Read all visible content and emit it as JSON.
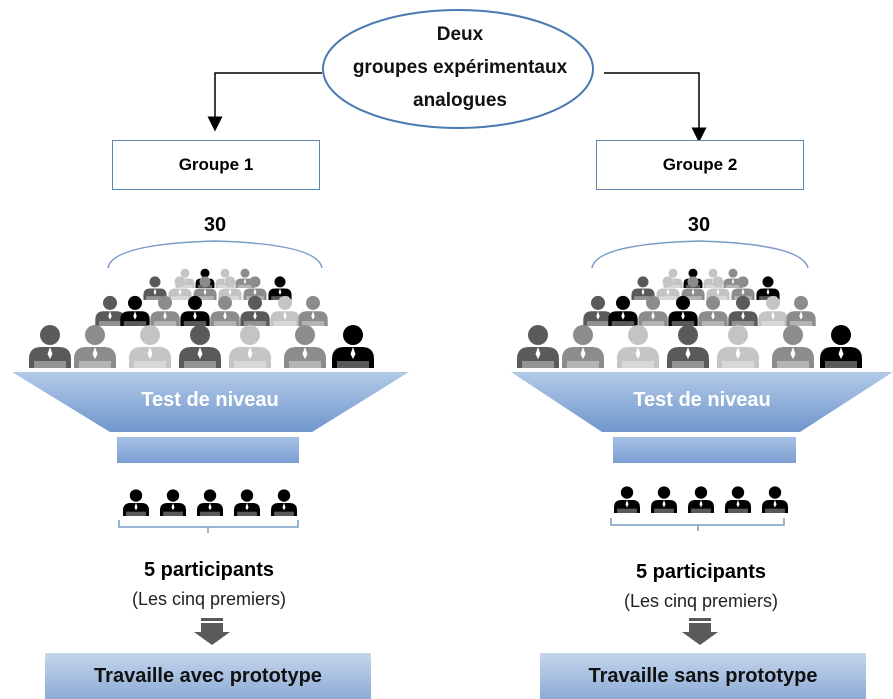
{
  "center": {
    "line1": "Deux",
    "line2": "groupes expérimentaux",
    "line3": "analogues"
  },
  "groups": [
    {
      "title": "Groupe 1",
      "count": "30",
      "funnel_label": "Test de niveau",
      "participants": "5 participants",
      "participants_note": "(Les cinq premiers)",
      "result": "Travaille avec prototype"
    },
    {
      "title": "Groupe 2",
      "count": "30",
      "funnel_label": "Test de niveau",
      "participants": "5 participants",
      "participants_note": "(Les cinq premiers)",
      "result": "Travaille sans prototype"
    }
  ],
  "colors": {
    "ellipse_border": "#4a7ab0",
    "box_border": "#5a86b0",
    "funnel_top": "#a9c2e3",
    "funnel_bottom": "#6f93c9",
    "bar": "#8eaddb",
    "arrow": "#555555",
    "person_black": "#000000",
    "person_dark": "#5a5a5a",
    "person_mid": "#8c8c8c",
    "person_light": "#c4c4c4"
  }
}
